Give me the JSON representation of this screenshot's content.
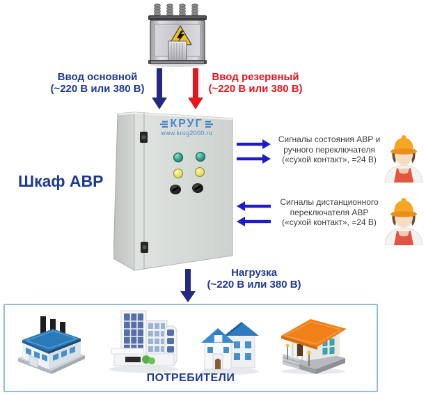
{
  "colors": {
    "navy": "#1e3a90",
    "red": "#e8151c",
    "arrow-navy": "#23297f",
    "arrow-blue": "#1c1ccd",
    "text-gray": "#3c3c3c",
    "logo-blue": "#4a86c8",
    "box-border": "#92bdd8"
  },
  "main_input": {
    "label": "Ввод основной",
    "voltage": "(~220 В или 380 В)"
  },
  "reserve_input": {
    "label": "Ввод резервный",
    "voltage": "(~220 В или 380 В)"
  },
  "cabinet": {
    "label": "Шкаф АВР",
    "logo_text": "КРУГ",
    "logo_site": "www.krug2000.ru"
  },
  "signals_status": {
    "line1": "Сигналы состояния АВР и",
    "line2": "ручного переключателя",
    "line3": "(«сухой контакт», =24 В)"
  },
  "signals_remote": {
    "line1": "Сигналы дистанционного",
    "line2": "переключателя АВР",
    "line3": "(«сухой контакт», =24 В)"
  },
  "load": {
    "label": "Нагрузка",
    "voltage": "(~220 В или 380 В)"
  },
  "consumers": {
    "label": "ПОТРЕБИТЕЛИ"
  },
  "icons": {
    "transformer": "transformer-icon",
    "worker": "worker-icon",
    "factory": "factory-icon",
    "office_building": "office-building-icon",
    "house": "house-icon",
    "public_building": "public-building-icon"
  }
}
